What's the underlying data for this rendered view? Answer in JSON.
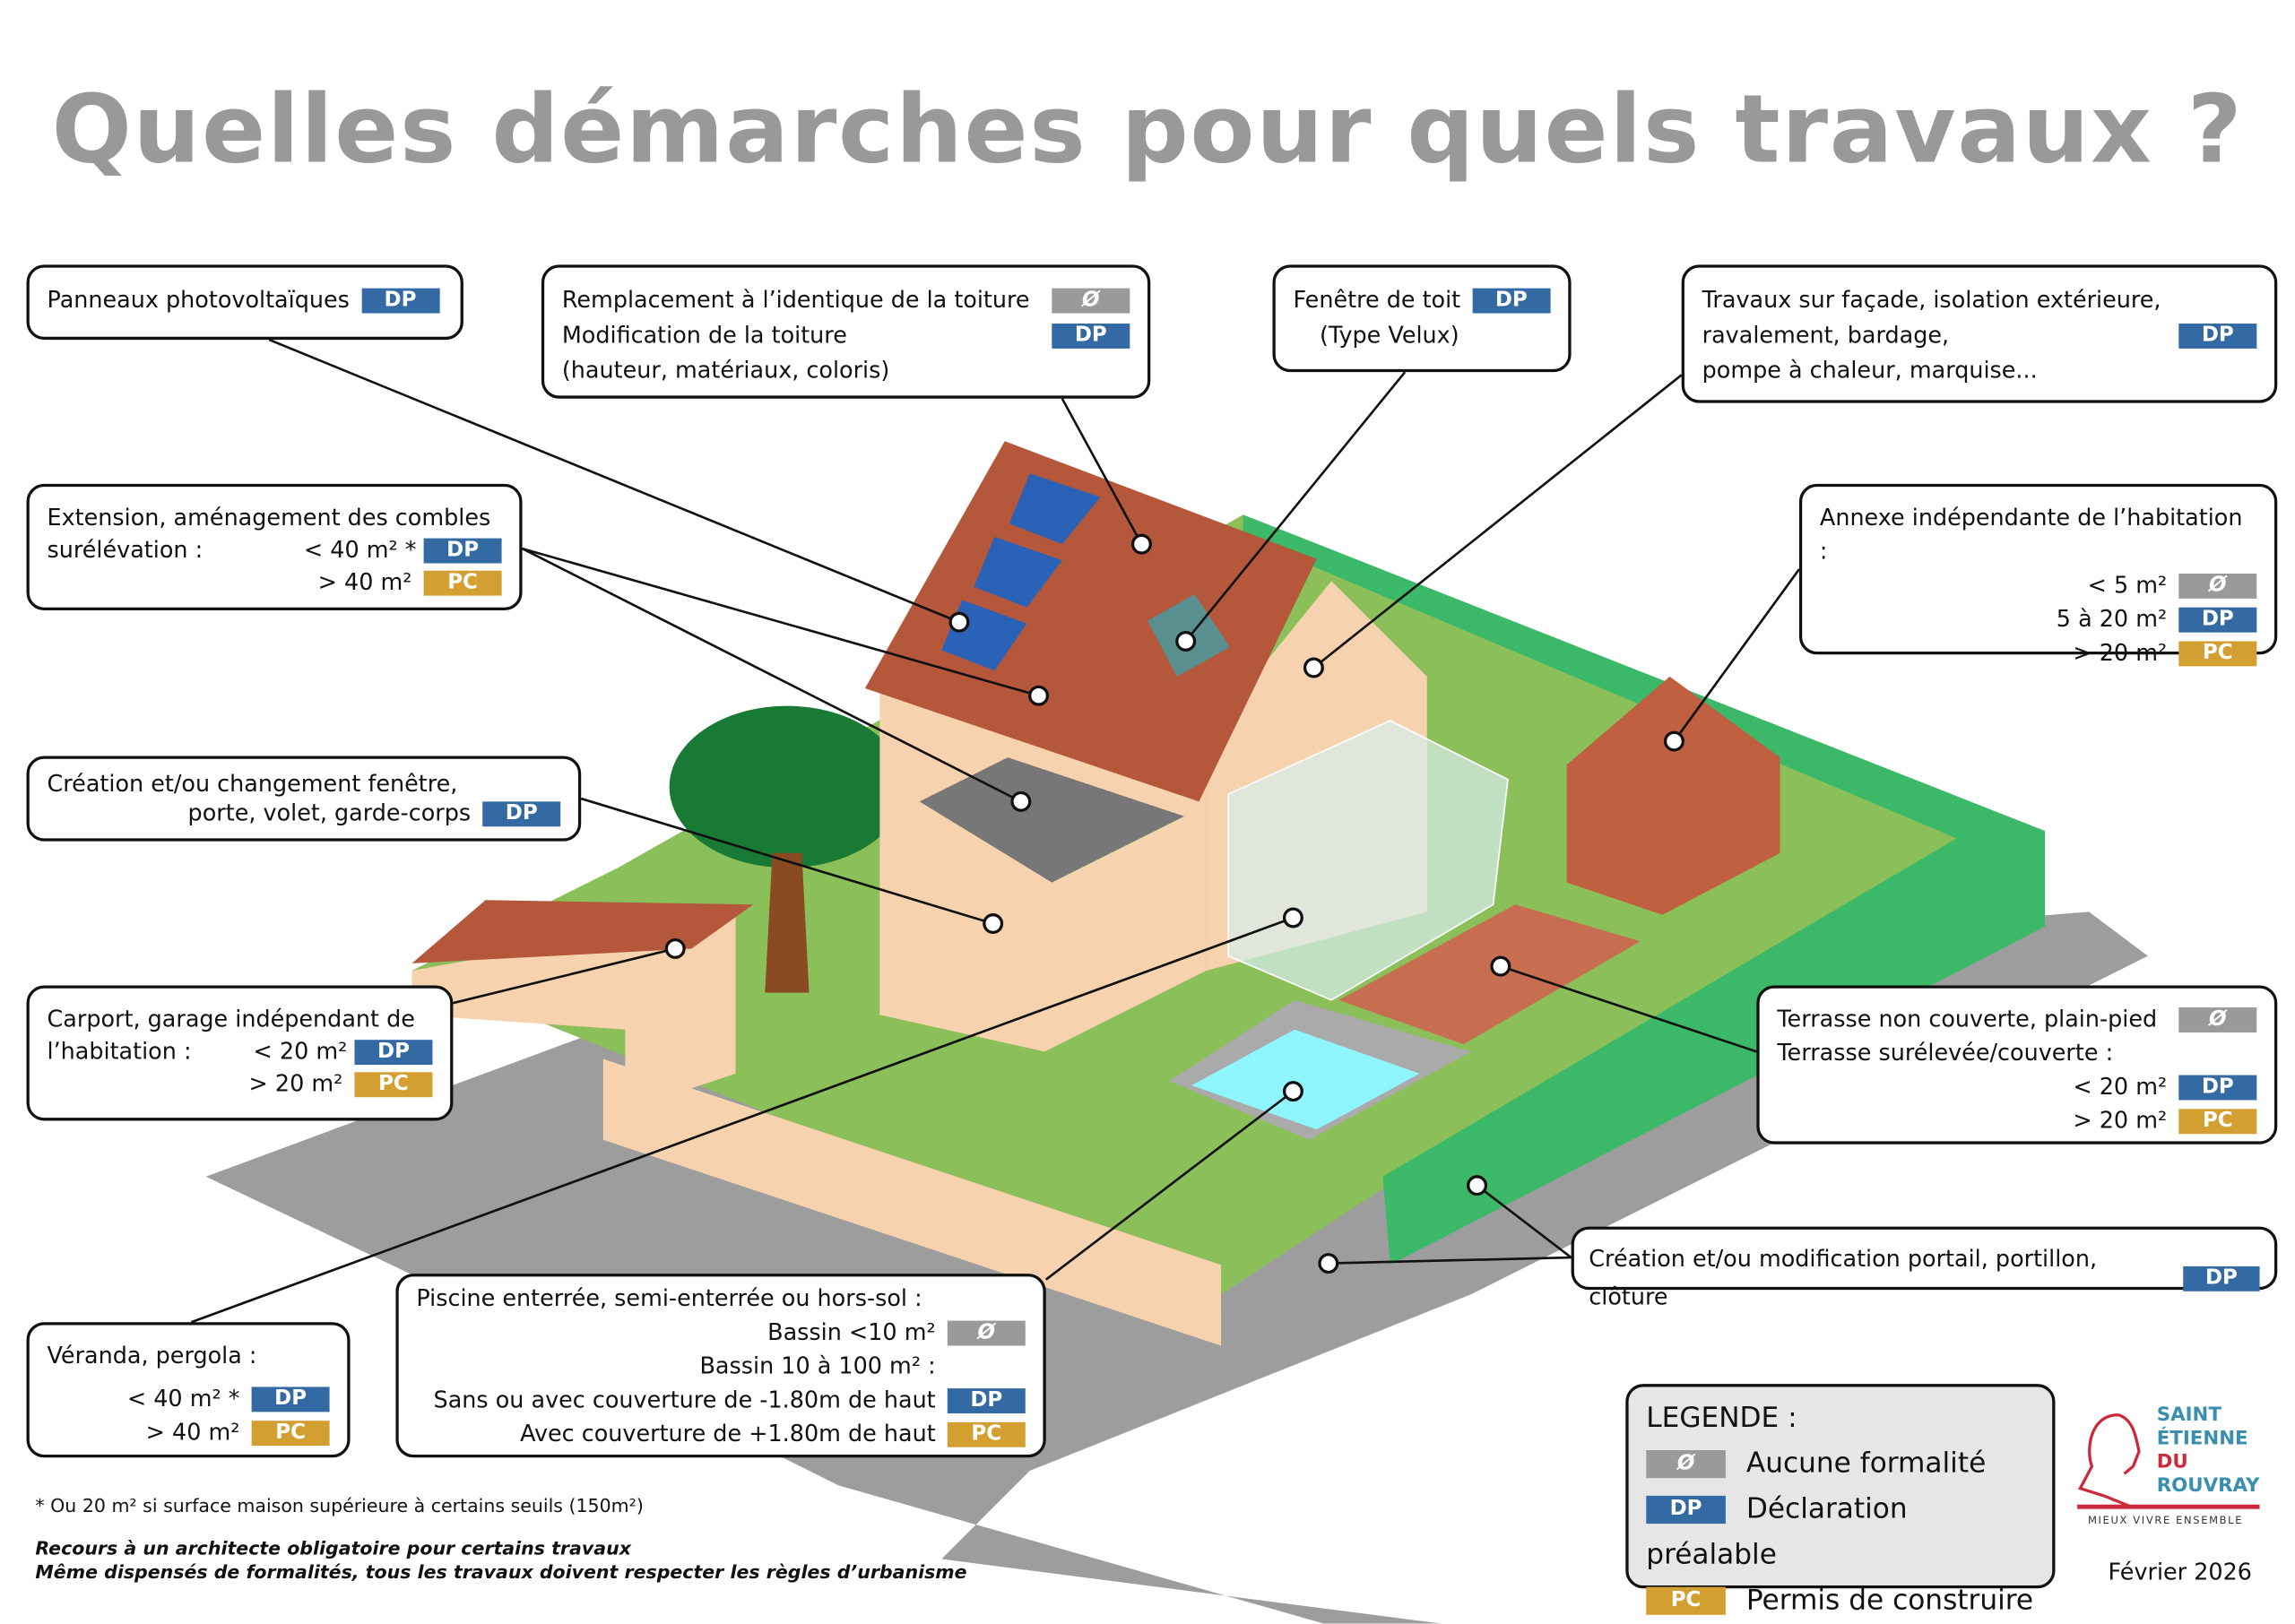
{
  "title": "Quelles démarches pour quels travaux ?",
  "badges": {
    "none": "Ø",
    "dp": "DP",
    "pc": "PC"
  },
  "colors": {
    "dp": "#336aa3",
    "pc": "#d49f31",
    "none": "#9a9a9a"
  },
  "boxes": {
    "panneaux": {
      "label": "Panneaux photovoltaïques"
    },
    "toiture": {
      "line1": "Remplacement à l’identique de la toiture",
      "line2": "Modification de la toiture",
      "line3": "(hauteur, matériaux, coloris)"
    },
    "fenetre_toit": {
      "line1": "Fenêtre de toit",
      "line2": "(Type Velux)"
    },
    "facade": {
      "line1": "Travaux sur façade, isolation extérieure,",
      "line2": "ravalement, bardage,",
      "line3": "pompe à chaleur, marquise..."
    },
    "extension": {
      "line1": "Extension, aménagement des combles",
      "line2": "surélévation :",
      "lt": "< 40 m² *",
      "gt": "> 40 m²"
    },
    "annexe": {
      "line1": "Annexe indépendante de l’habitation :",
      "r1": "< 5 m²",
      "r2": "5 à 20 m²",
      "r3": "> 20 m²"
    },
    "fenetre": {
      "line1": "Création et/ou changement fenêtre,",
      "line2": "porte, volet, garde-corps"
    },
    "carport": {
      "line1": "Carport, garage indépendant de",
      "line2": "l’habitation :",
      "lt": "< 20 m²",
      "gt": "> 20 m²"
    },
    "terrasse": {
      "line1": "Terrasse non couverte, plain-pied",
      "line2": "Terrasse surélevée/couverte :",
      "lt": "< 20 m²",
      "gt": "> 20 m²"
    },
    "portail": {
      "label": "Création et/ou modification portail, portillon, clôture"
    },
    "veranda": {
      "line1": "Véranda, pergola :",
      "lt": "< 40 m² *",
      "gt": "> 40 m²"
    },
    "piscine": {
      "line1": "Piscine enterrée, semi-enterrée ou hors-sol :",
      "r1": "Bassin <10 m²",
      "r2": "Bassin 10 à 100 m² :",
      "r3": "Sans ou avec couverture de -1.80m de haut",
      "r4": "Avec couverture de +1.80m de haut"
    }
  },
  "legend": {
    "title": "LEGENDE :",
    "none": "Aucune formalité",
    "dp": "Déclaration préalable",
    "pc": "Permis de construire"
  },
  "notes": {
    "footnote": "* Ou 20 m² si surface maison supérieure à certains seuils (150m²)",
    "line1": "Recours à un architecte obligatoire pour certains travaux",
    "line2": "Même dispensés de formalités, tous les travaux doivent respecter les règles d’urbanisme"
  },
  "logo": {
    "l1": "SAINT",
    "l2": "ÉTIENNE",
    "l3": "DU",
    "l4": "ROUVRAY",
    "slogan": "MIEUX VIVRE ENSEMBLE"
  },
  "date": "Février 2026"
}
